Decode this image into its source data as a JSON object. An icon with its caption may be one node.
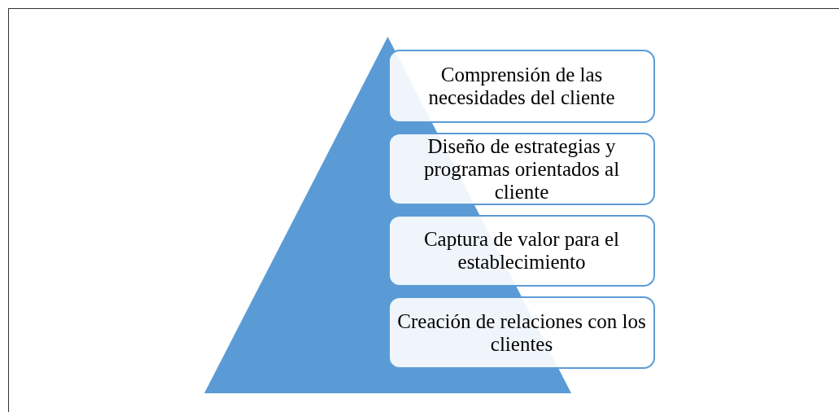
{
  "diagram": {
    "nodes": [
      {
        "text": [],
        "shape": "triangle"
      },
      {
        "text": [
          "Comprensión de las necesidades del cliente"
        ]
      },
      {
        "text": [
          "Diseño de estrategias y programas orientados al cliente"
        ]
      },
      {
        "text": [
          "Captura de valor para el establecimiento"
        ]
      },
      {
        "text": [
          "Creación de relaciones con los clientes"
        ]
      }
    ]
  }
}
